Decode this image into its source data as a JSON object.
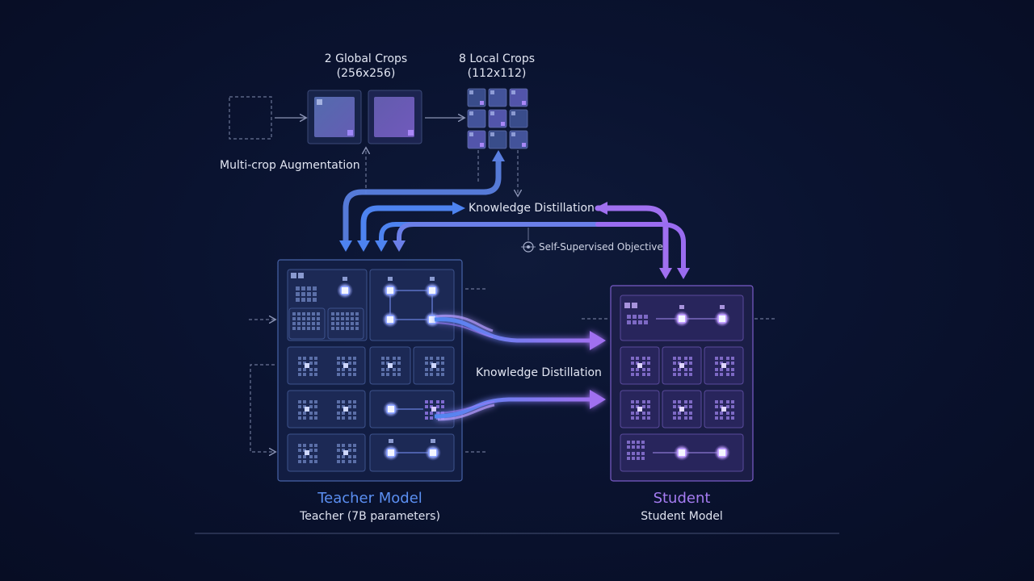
{
  "augmentation": {
    "label": "Multi-crop Augmentation",
    "global_crops": {
      "count_label": "2 Global Crops",
      "size_label": "(256x256)"
    },
    "local_crops": {
      "count_label": "8 Local Crops",
      "size_label": "(112x112)"
    }
  },
  "distillation": {
    "top_label": "Knowledge Distillation",
    "middle_label": "Knowledge Distillation",
    "objective_label": "Self-Supervised Objective"
  },
  "teacher": {
    "title": "Teacher Model",
    "subtitle": "Teacher (7B parameters)",
    "color": "#4f86f0"
  },
  "student": {
    "title": "Student",
    "subtitle": "Student Model",
    "color": "#a070f0"
  },
  "colors": {
    "background": "#0a1330",
    "teacher_blue": "#4f86f0",
    "student_purple": "#a070f0",
    "node_glow": "#cfd8ff"
  }
}
